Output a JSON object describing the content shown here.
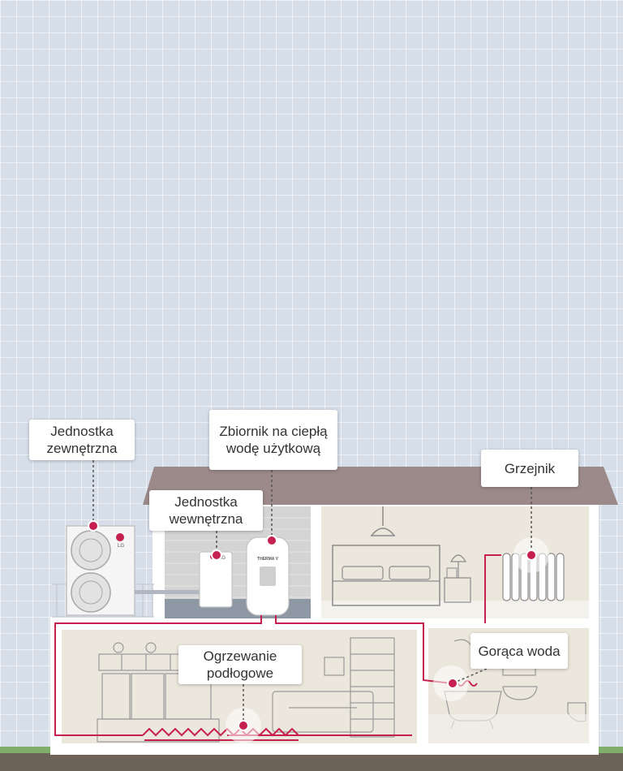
{
  "labels": {
    "outdoor_unit": [
      "Jednostka",
      "zewnętrzna"
    ],
    "hot_water_tank": [
      "Zbiornik na ciepłą",
      "wodę użytkową"
    ],
    "indoor_unit": [
      "Jednostka",
      "wewnętrzna"
    ],
    "radiator": [
      "Grzejnik"
    ],
    "hot_water": [
      "Gorąca woda"
    ],
    "floor_heating": [
      "Ogrzewanie",
      "podłogowe"
    ]
  },
  "unit_logos": {
    "brand": "LG",
    "tank_brand": "THERMA V"
  },
  "colors": {
    "background": "#d6dee9",
    "roof": "#9c8a8a",
    "wall": "#ffffff",
    "room": "#ebe7dc",
    "brick": "#cfcfcf",
    "pipe": "#c5204f",
    "marker": "#c5204f",
    "ground": "#6c6257",
    "grass": "#7fae6a"
  }
}
